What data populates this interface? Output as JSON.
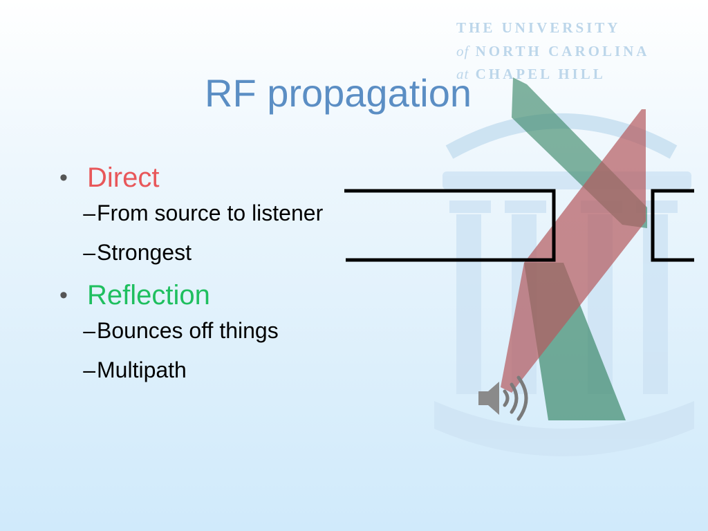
{
  "slide": {
    "title": "RF propagation",
    "watermark": {
      "line1": "THE UNIVERSITY",
      "line2_prefix": "of",
      "line2": "NORTH CAROLINA",
      "line3_prefix": "at",
      "line3": "CHAPEL HILL"
    },
    "bullets": [
      {
        "label": "Direct",
        "color": "#e8575a",
        "subitems": [
          "From source to listener",
          "Strongest"
        ]
      },
      {
        "label": "Reflection",
        "color": "#1fbf5f",
        "subitems": [
          "Bounces off things",
          "Multipath"
        ]
      }
    ],
    "bullet_glyph": "•",
    "dash_glyph": "–",
    "colors": {
      "title": "#5b8ec4",
      "direct_beam": "#b55a5e",
      "reflected_beam": "#3f8a6c",
      "speaker": "#8a8a8a"
    }
  }
}
